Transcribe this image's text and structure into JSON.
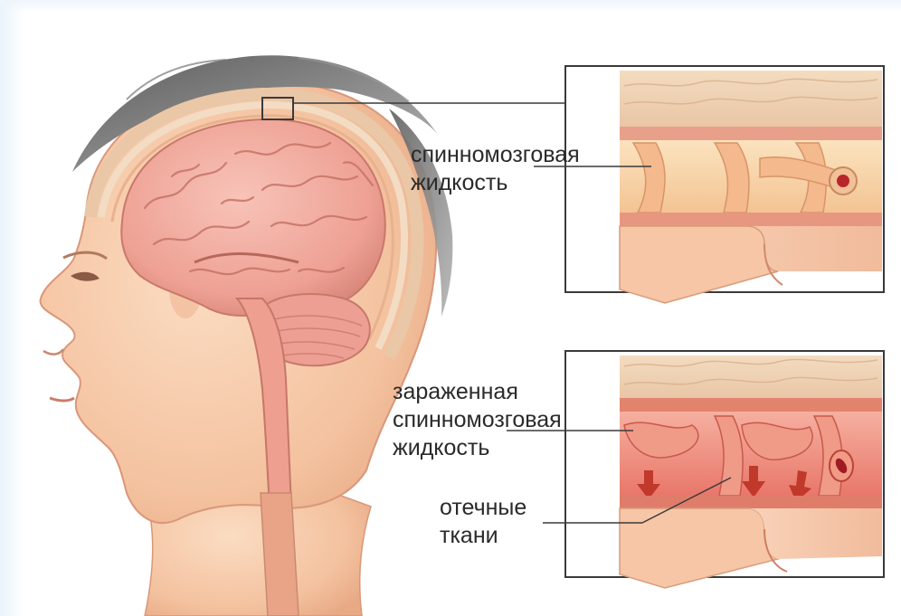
{
  "labels": {
    "csf": {
      "line1": "спинномозговая",
      "line2": "жидкость"
    },
    "infected_csf": {
      "line1": "зараженная",
      "line2": "спинномозговая",
      "line3": "жидкость"
    },
    "edema": {
      "line1": "отечные",
      "line2": "ткани"
    }
  },
  "colors": {
    "skin": "#f7c9a8",
    "brain": "#f2a9a0",
    "membrane_normal": "#f6cf9f",
    "membrane_inflamed": "#ef8d7c",
    "hair": "#8a8a8a",
    "leader_line": "#3a3a3a"
  }
}
